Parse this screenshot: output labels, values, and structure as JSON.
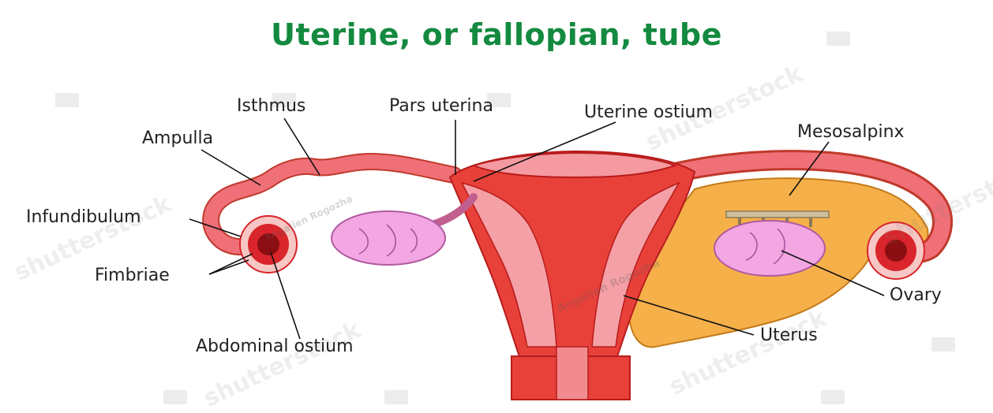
{
  "title": "Uterine, or fallopian, tube",
  "labels": {
    "isthmus": "Isthmus",
    "pars_uterina": "Pars uterina",
    "uterine_ostium": "Uterine ostium",
    "ampulla": "Ampulla",
    "mesosalpinx": "Mesosalpinx",
    "infundibulum": "Infundibulum",
    "fimbriae": "Fimbriae",
    "ovary": "Ovary",
    "uterus": "Uterus",
    "abdominal_ostium": "Abdominal ostium"
  },
  "watermarks": {
    "brand": "shutterstock",
    "author": "Angalien Rogozha"
  },
  "colors": {
    "title": "#138a3f",
    "tube": "#f07078",
    "tube_stroke": "#c0392b",
    "uterus_wall": "#e8413a",
    "uterus_inner": "#f4a0a6",
    "ovary": "#f2a6e2",
    "mesosalpinx": "#f6b04a",
    "fimbriae": "#d9252b"
  }
}
